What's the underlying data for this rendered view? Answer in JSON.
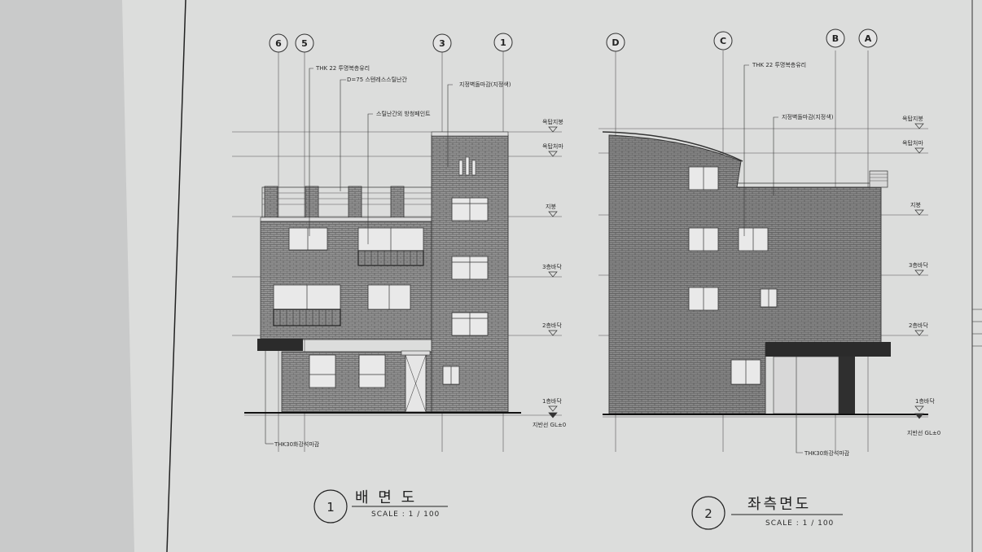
{
  "colors": {
    "paper": "#e2e3e2",
    "line": "#333333",
    "dark": "#2b2b2b"
  },
  "grid_labels_left": [
    "6",
    "5",
    "3",
    "1"
  ],
  "grid_labels_right": [
    "D",
    "C",
    "B",
    "A"
  ],
  "levels_left": [
    "옥탑지붕",
    "옥탑처마",
    "지붕",
    "3층바닥",
    "2층바닥",
    "1층바닥"
  ],
  "levels_right": [
    "옥탑지붕",
    "옥탑처마",
    "지붕",
    "3층바닥",
    "2층바닥",
    "1층바닥"
  ],
  "ground_label": "지반선 GL±0",
  "notes_left": {
    "glass": "THK 22 투명복층유리",
    "railing": "D=75 스텐레스스틸난간",
    "paint": "스틸난간외 방청페인트",
    "brick": "지정벽돌마감(지정색)",
    "stone": "THK30화강석마감"
  },
  "notes_right": {
    "glass": "THK 22 투명복층유리",
    "brick": "지정벽돌마감(지정색)",
    "stone": "THK30화강석마감"
  },
  "titles": [
    {
      "number": "1",
      "name": "배 면 도",
      "scale": "SCALE : 1 / 100"
    },
    {
      "number": "2",
      "name": "좌측면도",
      "scale": "SCALE : 1 / 100"
    }
  ]
}
